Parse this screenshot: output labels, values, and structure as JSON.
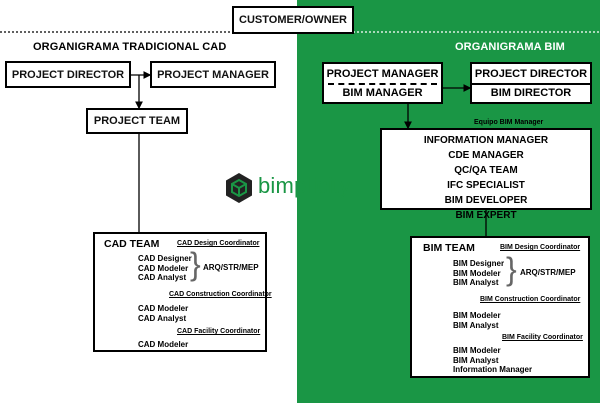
{
  "top": {
    "customer": "CUSTOMER/OWNER"
  },
  "left": {
    "section_title": "ORGANIGRAMA TRADICIONAL CAD",
    "project_director": "PROJECT DIRECTOR",
    "project_manager": "PROJECT MANAGER",
    "project_team": "PROJECT TEAM",
    "cad_team": {
      "title": "CAD TEAM",
      "design_coordinator": "CAD Design Coordinator",
      "design_members": [
        "CAD Designer",
        "CAD Modeler",
        "CAD Analyst"
      ],
      "disciplines": "ARQ/STR/MEP",
      "construction_coordinator": "CAD Construction Coordinator",
      "construction_members": [
        "CAD Modeler",
        "CAD Analyst"
      ],
      "facility_coordinator": "CAD Facility Coordinator",
      "facility_members": [
        "CAD Modeler"
      ]
    }
  },
  "right": {
    "section_title": "ORGANIGRAMA BIM",
    "pm_top": "PROJECT MANAGER",
    "pm_bottom": "BIM MANAGER",
    "pd_top": "PROJECT DIRECTOR",
    "pd_bottom": "BIM DIRECTOR",
    "equipo_label": "Equipo BIM Manager",
    "equipo_roles": [
      "INFORMATION MANAGER",
      "CDE MANAGER",
      "QC/QA TEAM",
      "IFC SPECIALIST",
      "BIM DEVELOPER",
      "BIM EXPERT"
    ],
    "bim_team": {
      "title": "BIM TEAM",
      "design_coordinator": "BIM Design Coordinator",
      "design_members": [
        "BIM Designer",
        "BIM Modeler",
        "BIM Analyst"
      ],
      "disciplines": "ARQ/STR/MEP",
      "construction_coordinator": "BIM Construction Coordinator",
      "construction_members": [
        "BIM Modeler",
        "BIM Analyst"
      ],
      "facility_coordinator": "BIM Facility Coordinator",
      "facility_members": [
        "BIM Modeler",
        "BIM Analyst",
        "Information Manager"
      ]
    }
  },
  "logo": {
    "text": "bimplicity",
    "icon": "cube-icon",
    "color": "#1a9645"
  },
  "colors": {
    "green": "#1a9645",
    "line": "#000000"
  }
}
